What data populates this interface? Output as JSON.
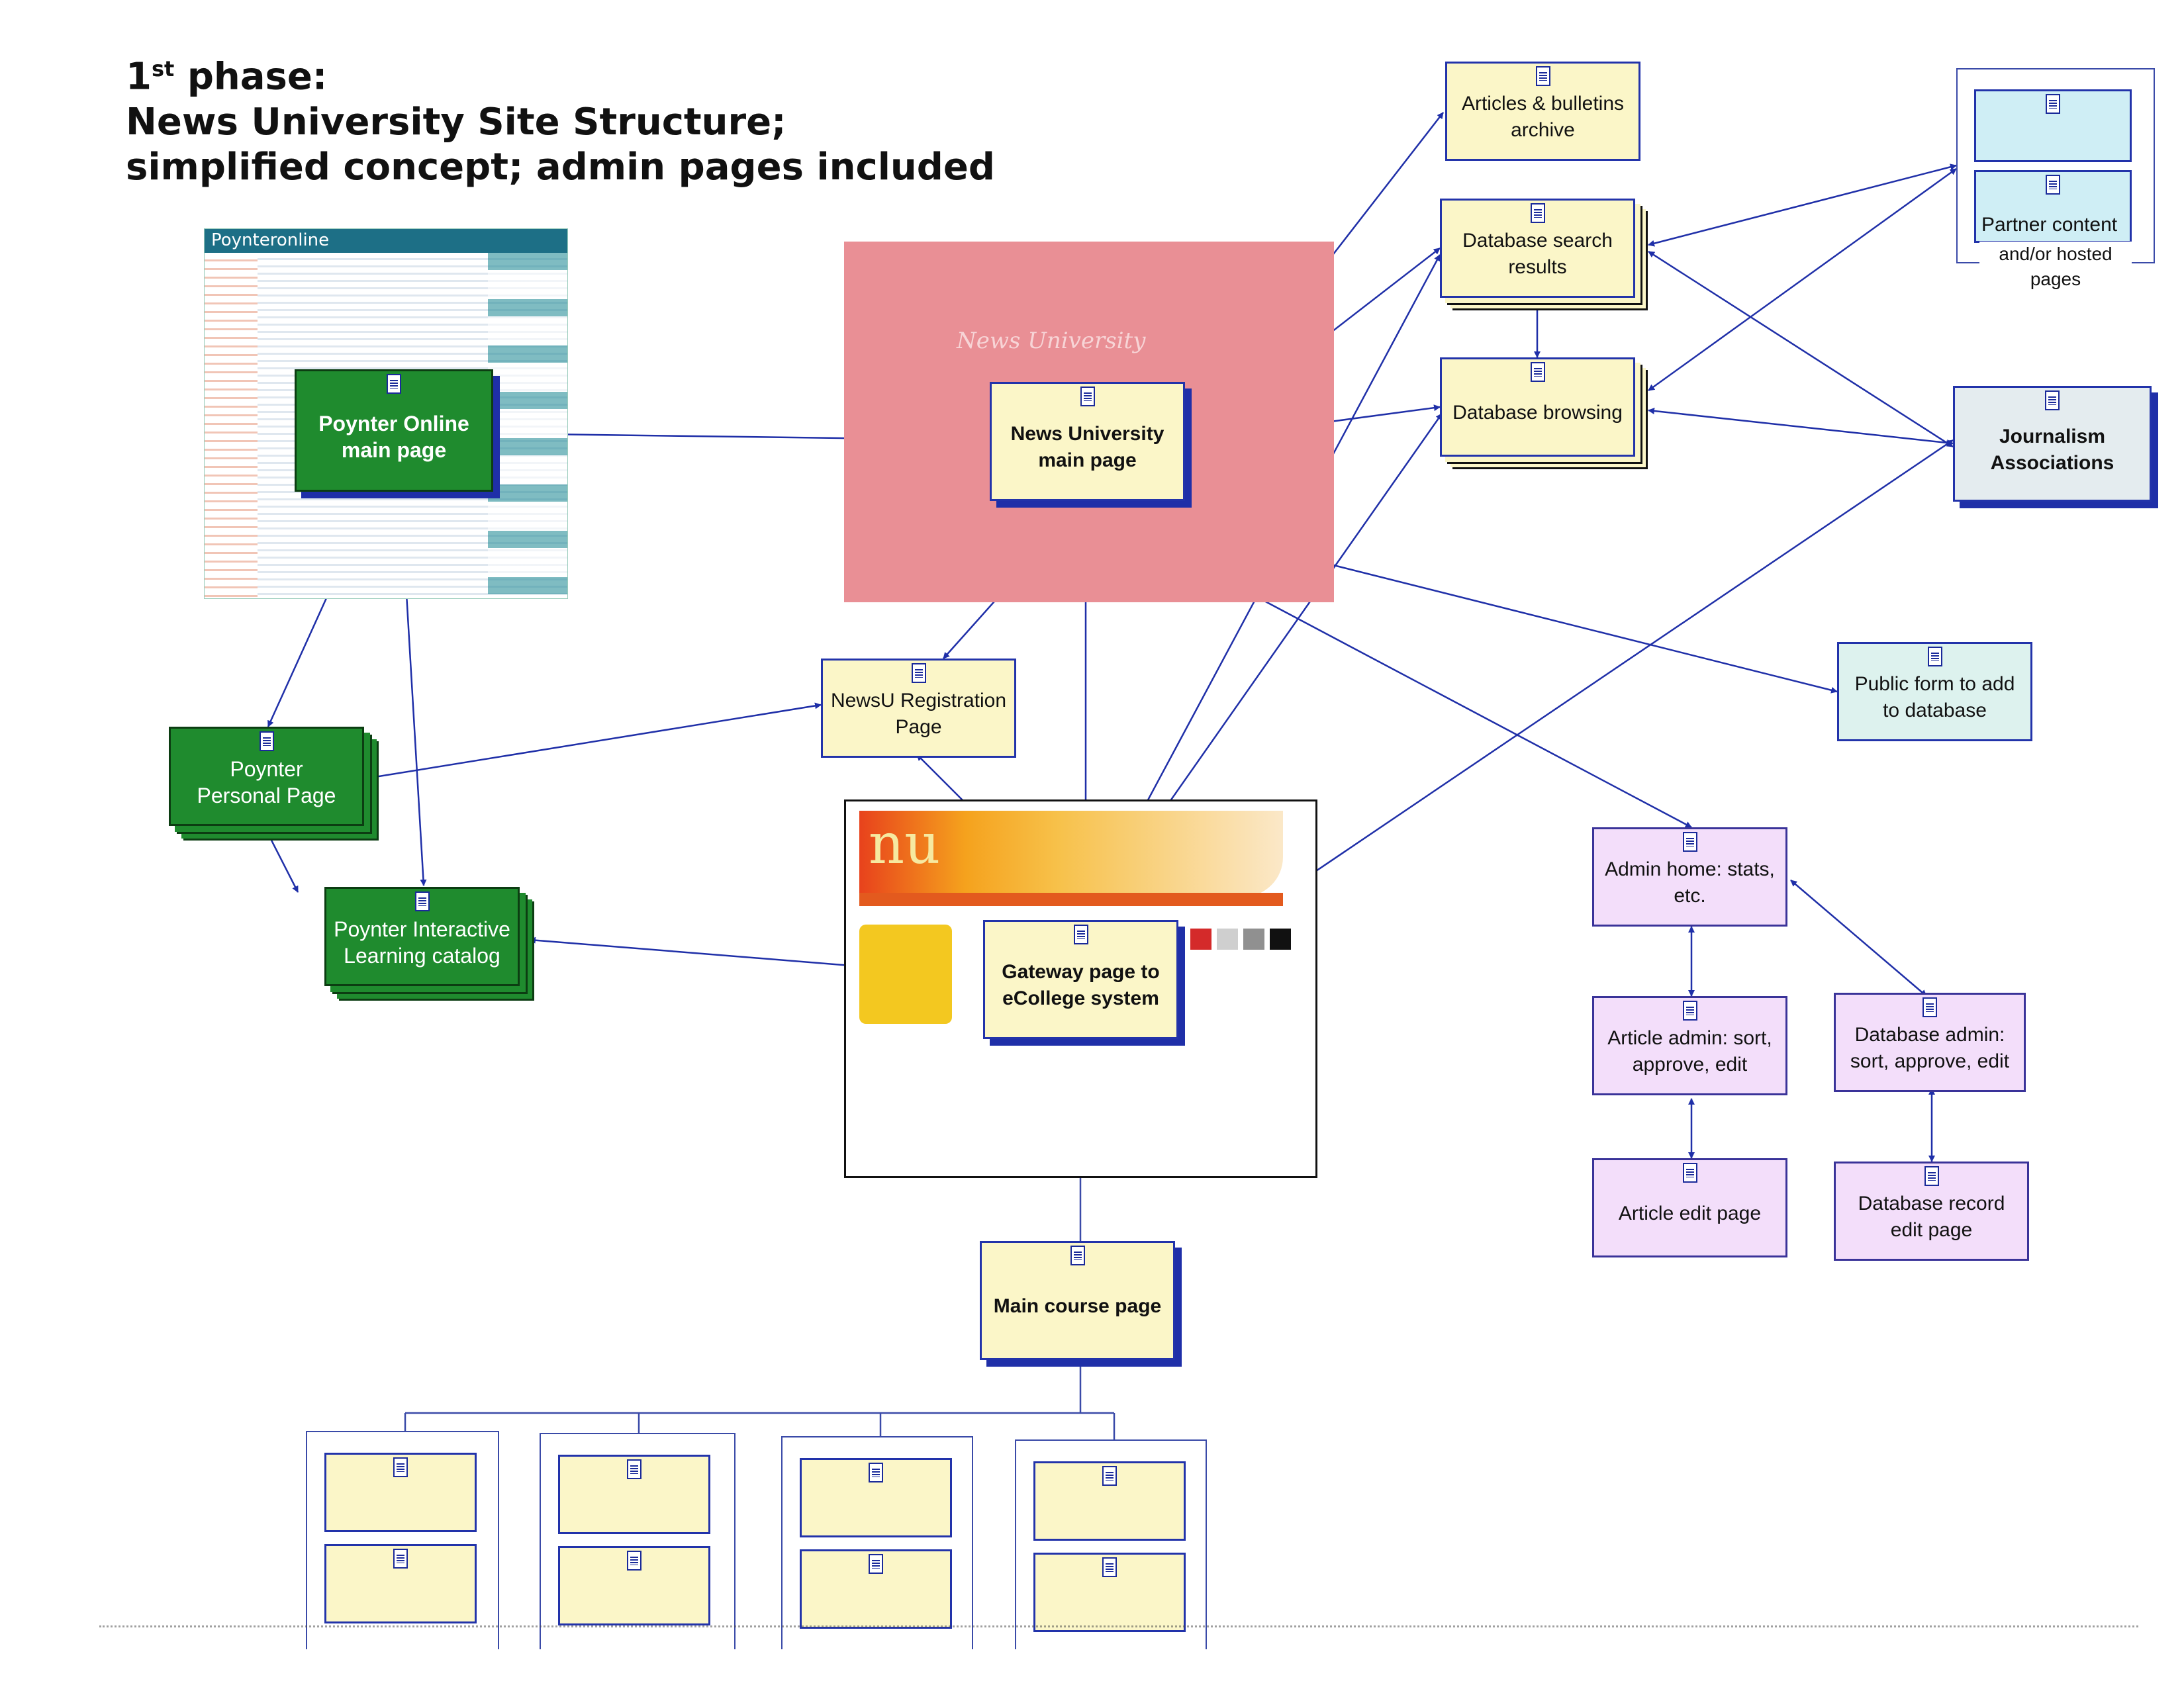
{
  "heading": {
    "phase_number": "1",
    "phase_suffix": "st",
    "phase_word": "phase:",
    "line2": "News University Site Structure;",
    "line3": "simplified concept; admin pages included"
  },
  "screenshots": {
    "poynter_brand": "Poynteronline",
    "newsu_watermark": "News University",
    "nu_logo": "nu"
  },
  "nodes": {
    "poynter_online_main": "Poynter Online\nmain page",
    "news_university_main": "News University\nmain page",
    "articles_archive": "Articles & bulletins\narchive",
    "database_search_results": "Database search\nresults",
    "database_browsing": "Database browsing",
    "partner_content": "Partner content",
    "partner_caption": "and/or hosted\npages",
    "journalism_associations": "Journalism\nAssociations",
    "public_form": "Public form to add\nto database",
    "registration_page": "NewsU Registration\nPage",
    "poynter_personal_page": "Poynter\nPersonal Page",
    "poynter_catalog": "Poynter Interactive\nLearning catalog",
    "gateway_page": "Gateway page to\neCollege system",
    "main_course_page": "Main course page",
    "admin_home": "Admin home: stats,\netc.",
    "article_admin": "Article admin: sort,\napprove, edit",
    "database_admin": "Database admin:\nsort, approve, edit",
    "article_edit": "Article edit page",
    "database_record_edit": "Database record\nedit page"
  },
  "colors": {
    "connector": "#1f2fa8",
    "green_node": "#1f8b2e",
    "yellow_node": "#fbf6c8",
    "lavender_node": "#f3defa",
    "pink_screenshot": "#e98f95"
  },
  "icons": [
    "document-icon"
  ]
}
